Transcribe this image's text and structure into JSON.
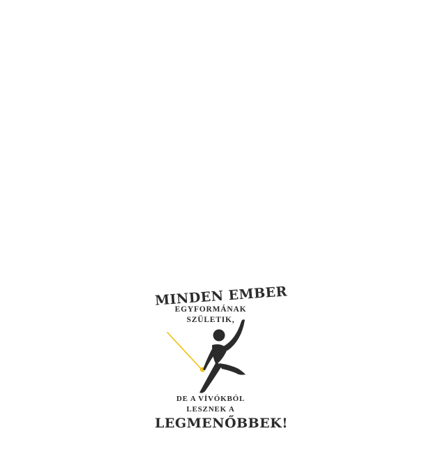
{
  "design": {
    "line1": "MINDEN EMBER",
    "line2": "EGYFORMÁNAK",
    "line3": "SZÜLETIK,",
    "line4": "DE A VÍVÓKBÓL",
    "line5": "LESZNEK A",
    "line6": "LEGMENŐBBEK!"
  },
  "colors": {
    "background": "#ffffff",
    "text": "#2b2b2b",
    "blade": "#f0c010"
  },
  "icons": {
    "figure": "fencer-icon"
  }
}
